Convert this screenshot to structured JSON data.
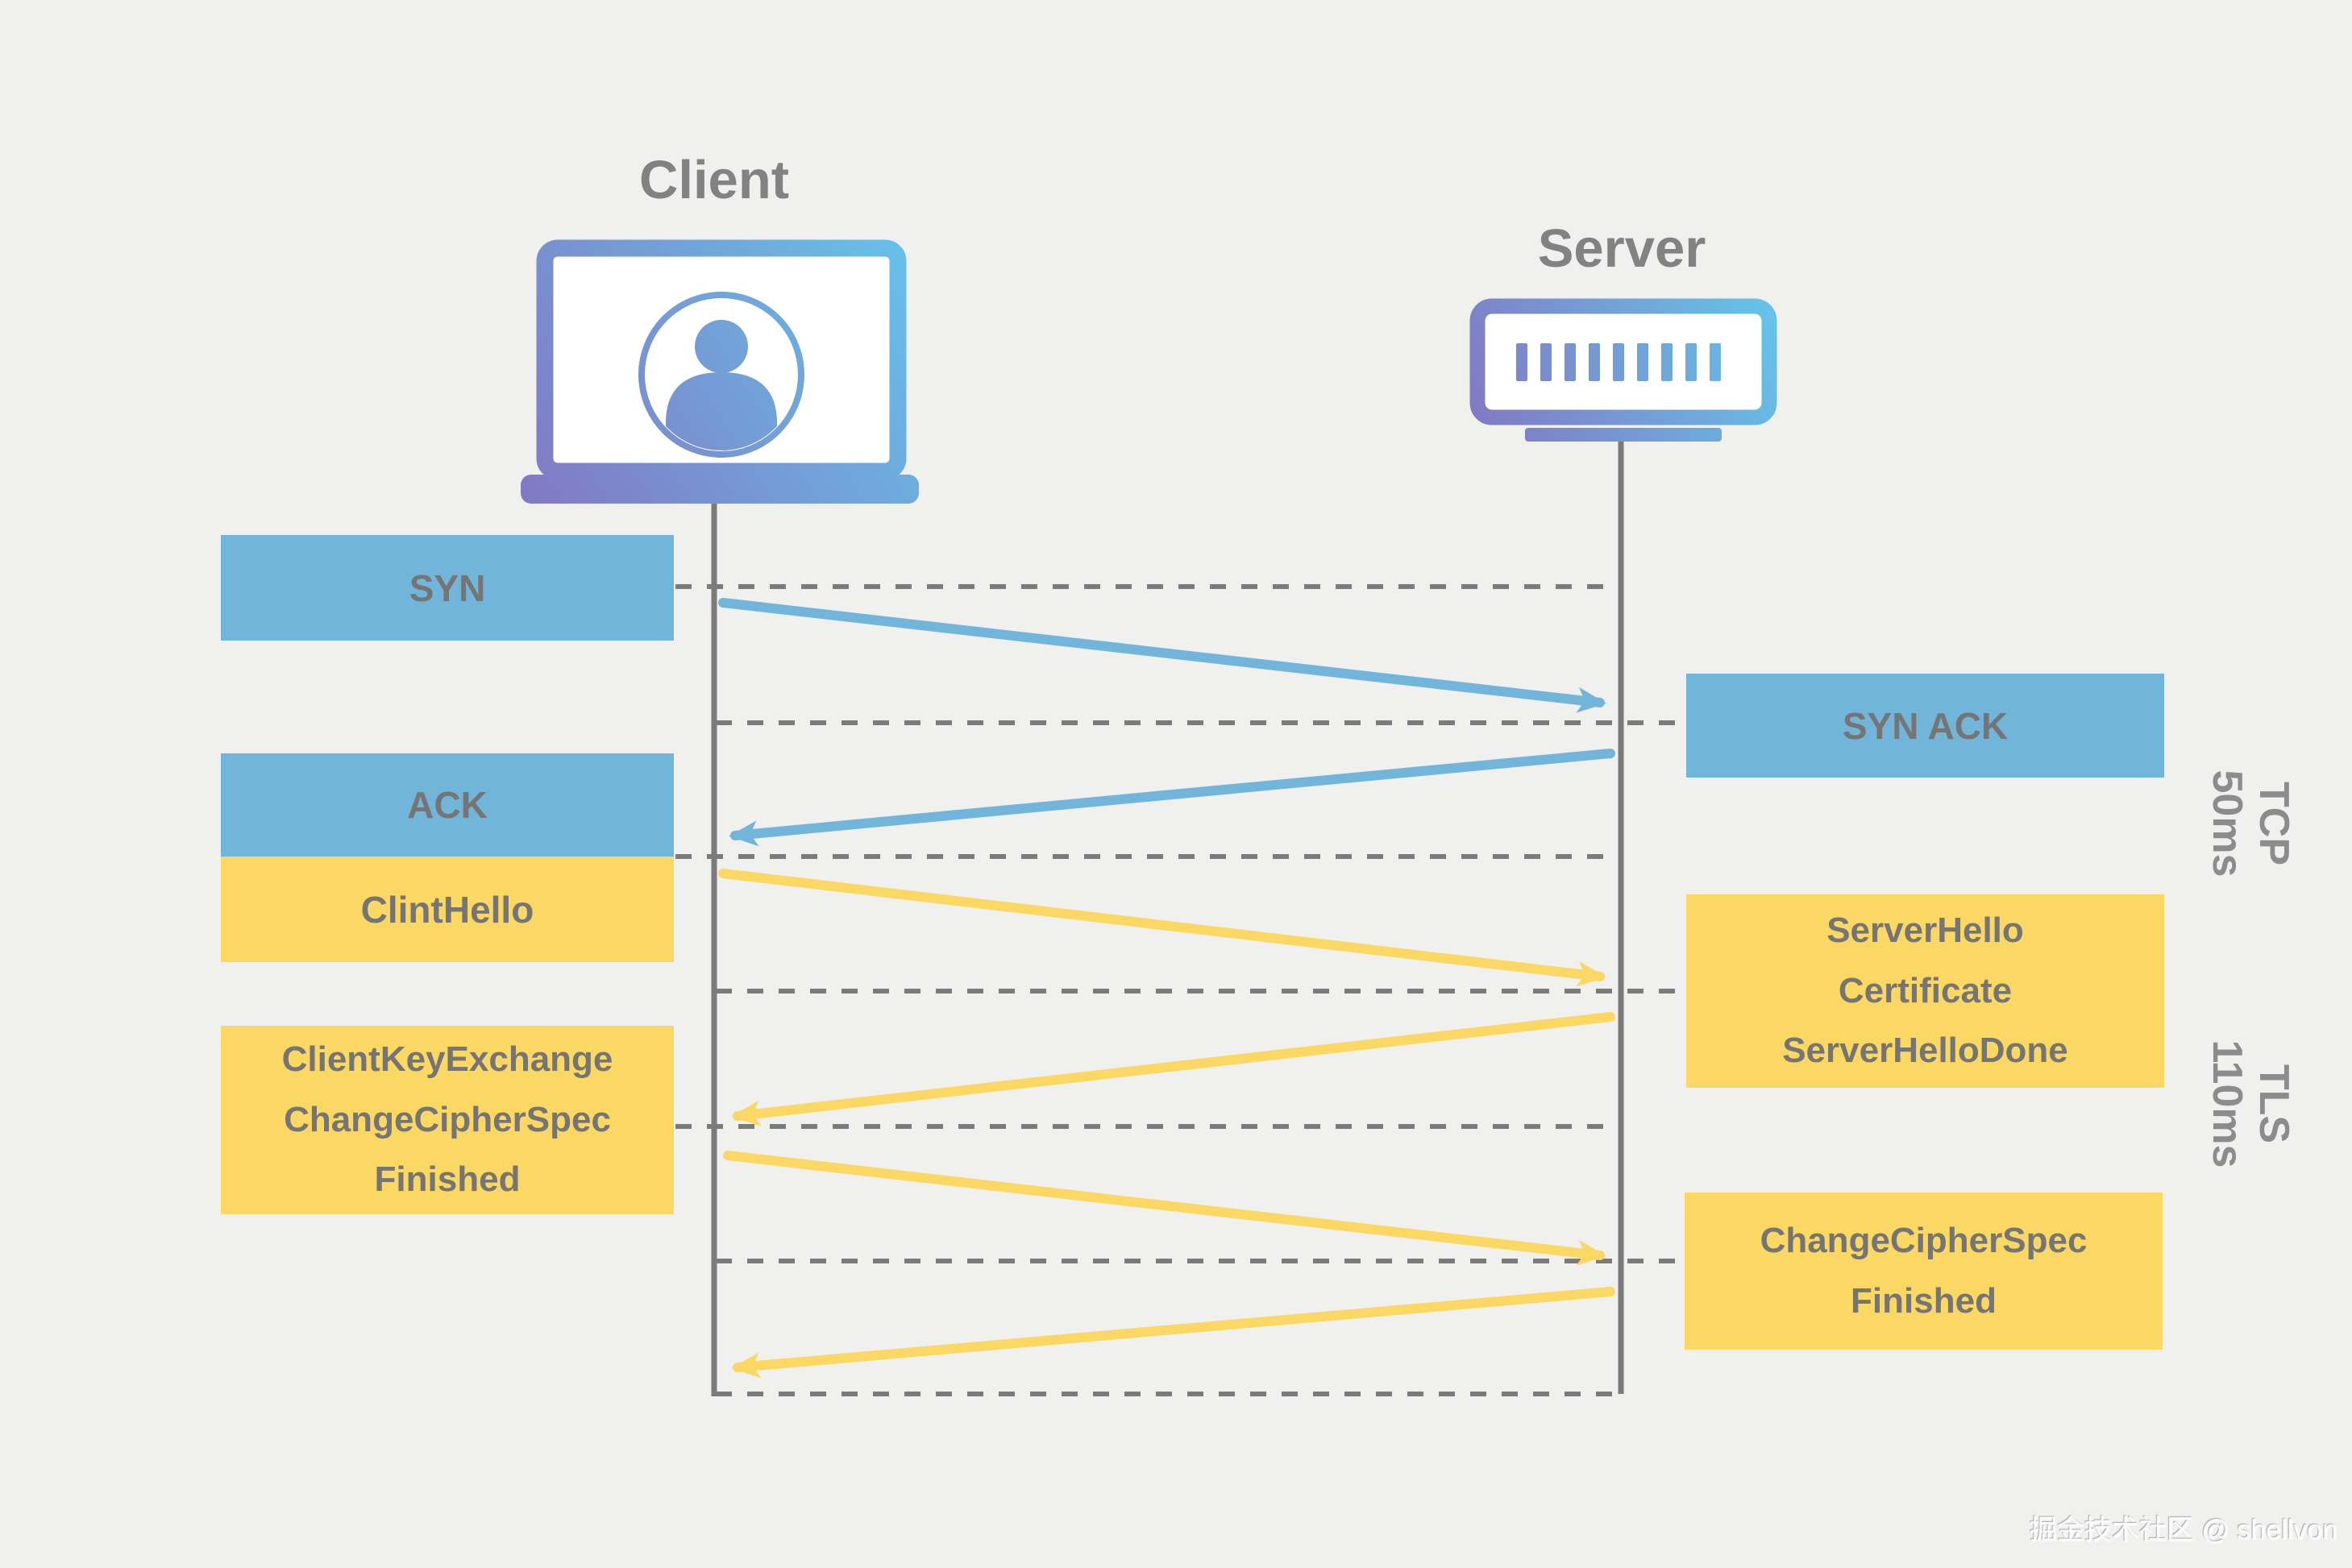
{
  "colors": {
    "bg": "#f0f0ee",
    "blue": "#72b5db",
    "yellow": "#fbd763",
    "box-text": "#757575",
    "actor-text": "#828282",
    "phase-text": "#8c8c8c",
    "line-gray": "#7b7b7b",
    "grad-purple": "#8278c3",
    "grad-cyan": "#65c3e9",
    "watermark-text": "#fbfbfb"
  },
  "actors": {
    "client": "Client",
    "server": "Server"
  },
  "messages": {
    "syn": "SYN",
    "syn_ack": "SYN ACK",
    "ack": "ACK",
    "client_hello": "ClintHello",
    "server_hello": "ServerHello\nCertificate\nServerHelloDone",
    "client_key_exchange": "ClientKeyExchange\nChangeCipherSpec\nFinished",
    "change_cipher_spec": "ChangeCipherSpec\nFinished"
  },
  "phases": {
    "tcp": {
      "name": "TCP",
      "duration": "50ms"
    },
    "tls": {
      "name": "TLS",
      "duration": "110ms"
    }
  },
  "watermark": "掘金技术社区 @ shellvon"
}
